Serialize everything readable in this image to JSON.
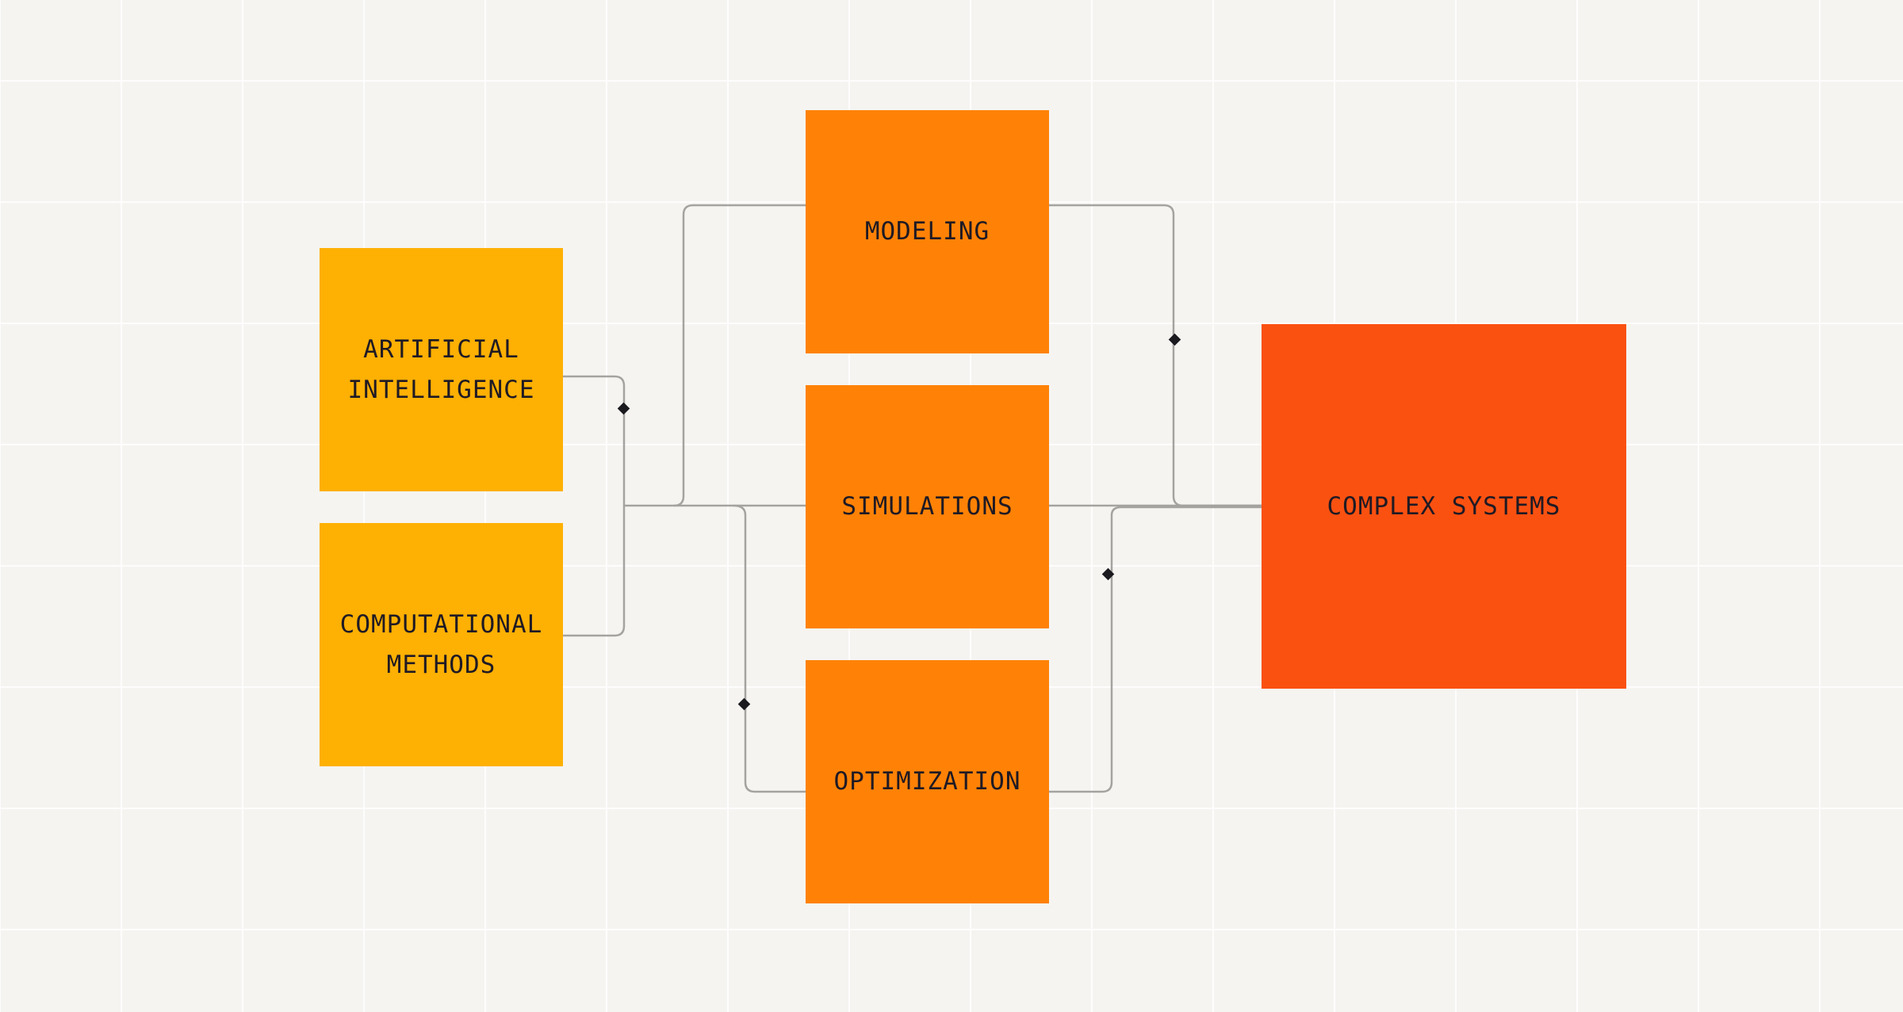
{
  "diagram": {
    "nodes": [
      {
        "id": "ai",
        "label": "ARTIFICIAL\nINTELLIGENCE",
        "color": "#feb003"
      },
      {
        "id": "cm",
        "label": "COMPUTATIONAL\nMETHODS",
        "color": "#feb003"
      },
      {
        "id": "modeling",
        "label": "MODELING",
        "color": "#ff8206"
      },
      {
        "id": "simulations",
        "label": "SIMULATIONS",
        "color": "#ff8206"
      },
      {
        "id": "optimization",
        "label": "OPTIMIZATION",
        "color": "#ff8206"
      },
      {
        "id": "complex",
        "label": "COMPLEX SYSTEMS",
        "color": "#fa5111"
      }
    ],
    "edges": [
      {
        "from": "ai",
        "to": "simulations"
      },
      {
        "from": "cm",
        "to": "simulations"
      },
      {
        "from": "simulations",
        "to": "modeling"
      },
      {
        "from": "simulations",
        "to": "optimization"
      },
      {
        "from": "modeling",
        "to": "complex"
      },
      {
        "from": "optimization",
        "to": "complex"
      },
      {
        "from": "simulations",
        "to": "complex"
      }
    ]
  },
  "colors": {
    "background": "#f5f4f1",
    "text": "#1f1a24",
    "line": "#a5a39f",
    "marker": "#1a1a1f"
  }
}
